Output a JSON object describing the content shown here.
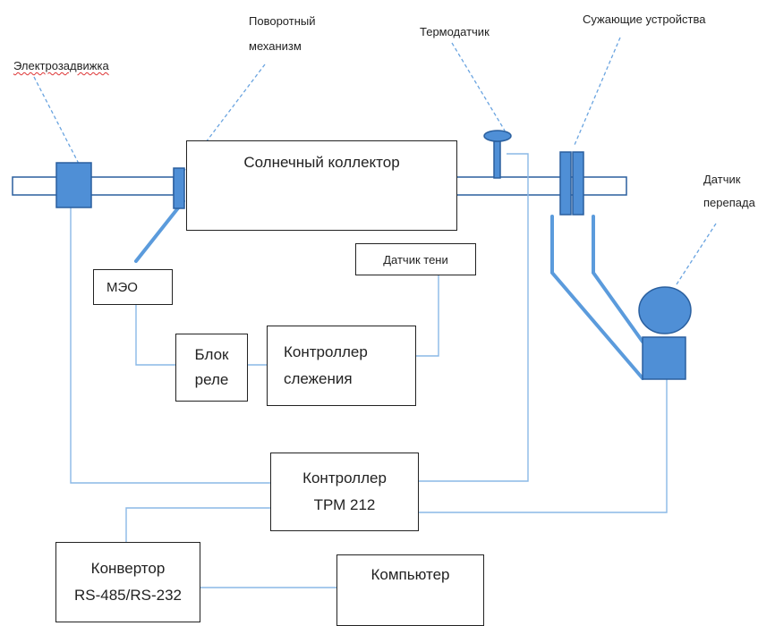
{
  "labels": {
    "electro_valve": "Электрозадвижка",
    "rotary_line1": "Поворотный",
    "rotary_line2": "механизм",
    "thermo_sensor": "Термодатчик",
    "constricting_devices": "Сужающие устройства",
    "dp_sensor_line1": "Датчик",
    "dp_sensor_line2": "перепада"
  },
  "blocks": {
    "solar_collector": "Солнечный коллектор",
    "meo": "МЭО",
    "shadow_sensor": "Датчик тени",
    "relay_line1": "Блок",
    "relay_line2": "реле",
    "tracking_line1": "Контроллер",
    "tracking_line2": "слежения",
    "trm_line1": "Контроллер",
    "trm_line2": "ТРМ 212",
    "converter_line1": "Конвертор",
    "converter_line2": "RS-485/RS-232",
    "computer": "Компьютер"
  },
  "colors": {
    "equipment_fill": "#4f8fd6",
    "equipment_stroke": "#2a5f9e",
    "signal_line": "#8ab8e6",
    "leader_line": "#6aa4e0",
    "thick_line": "#5b9bdc",
    "box_border": "#222222"
  }
}
